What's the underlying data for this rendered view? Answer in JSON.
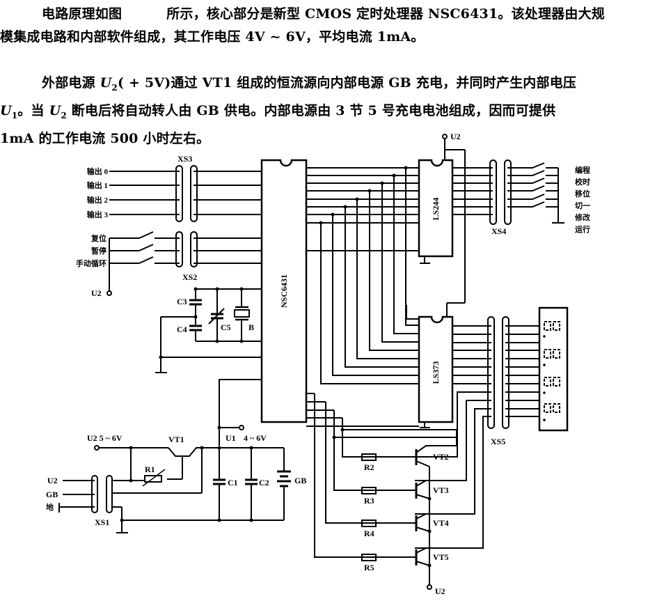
{
  "text": {
    "p1_line1_a": "电路原理如图",
    "p1_line1_b": "所示，核心部分是新型 CMOS 定时处理器 NSC6431。该处理器由大规",
    "p1_line2": "模集成电路和内部软件组成，其工作电压 4V ~ 6V，平均电流 1mA。",
    "p2_line1_a": "外部电源 ",
    "p2_line1_var": "U",
    "p2_line1_sub": "2",
    "p2_line1_b": "( + 5V)通过 VT1 组成的恒流源向内部电源 GB 充电，并同时产生内部电压",
    "p2_line2_var1": "U",
    "p2_line2_sub1": "1",
    "p2_line2_a": "。当 ",
    "p2_line2_var2": "U",
    "p2_line2_sub2": "2",
    "p2_line2_b": " 断电后将自动转人由 GB 供电。内部电源由 3 节 5 号充电电池组成，因而可提供",
    "p2_line3": "1mA 的工作电流 500 小时左右。"
  },
  "diagram": {
    "chips": {
      "main": "NSC6431",
      "buffer": "LS244",
      "latch": "LS373"
    },
    "connectors": {
      "xs1": "XS1",
      "xs2": "XS2",
      "xs3": "XS3",
      "xs4": "XS4",
      "xs5": "XS5"
    },
    "outputs": [
      "输出 0",
      "输出 1",
      "输出 2",
      "输出 3"
    ],
    "controls": [
      "复位",
      "暂停",
      "手动循环"
    ],
    "keys": [
      "编程",
      "校时",
      "移位",
      "切一",
      "修改",
      "运行"
    ],
    "components": {
      "c1": "C1",
      "c2": "C2",
      "c3": "C3",
      "c4": "C4",
      "c5": "C5",
      "crystal": "B",
      "r1": "R1",
      "r2": "R2",
      "r3": "R3",
      "r4": "R4",
      "r5": "R5",
      "vt1": "VT1",
      "vt2": "VT2",
      "vt3": "VT3",
      "vt4": "VT4",
      "vt5": "VT5",
      "battery": "GB"
    },
    "power": {
      "u2": "U2",
      "u2_range": "U2 5 ~ 6V",
      "u1": "U1",
      "u1_range": "4 ~ 6V",
      "xs1_in": [
        "U2",
        "GB",
        "地"
      ]
    }
  }
}
